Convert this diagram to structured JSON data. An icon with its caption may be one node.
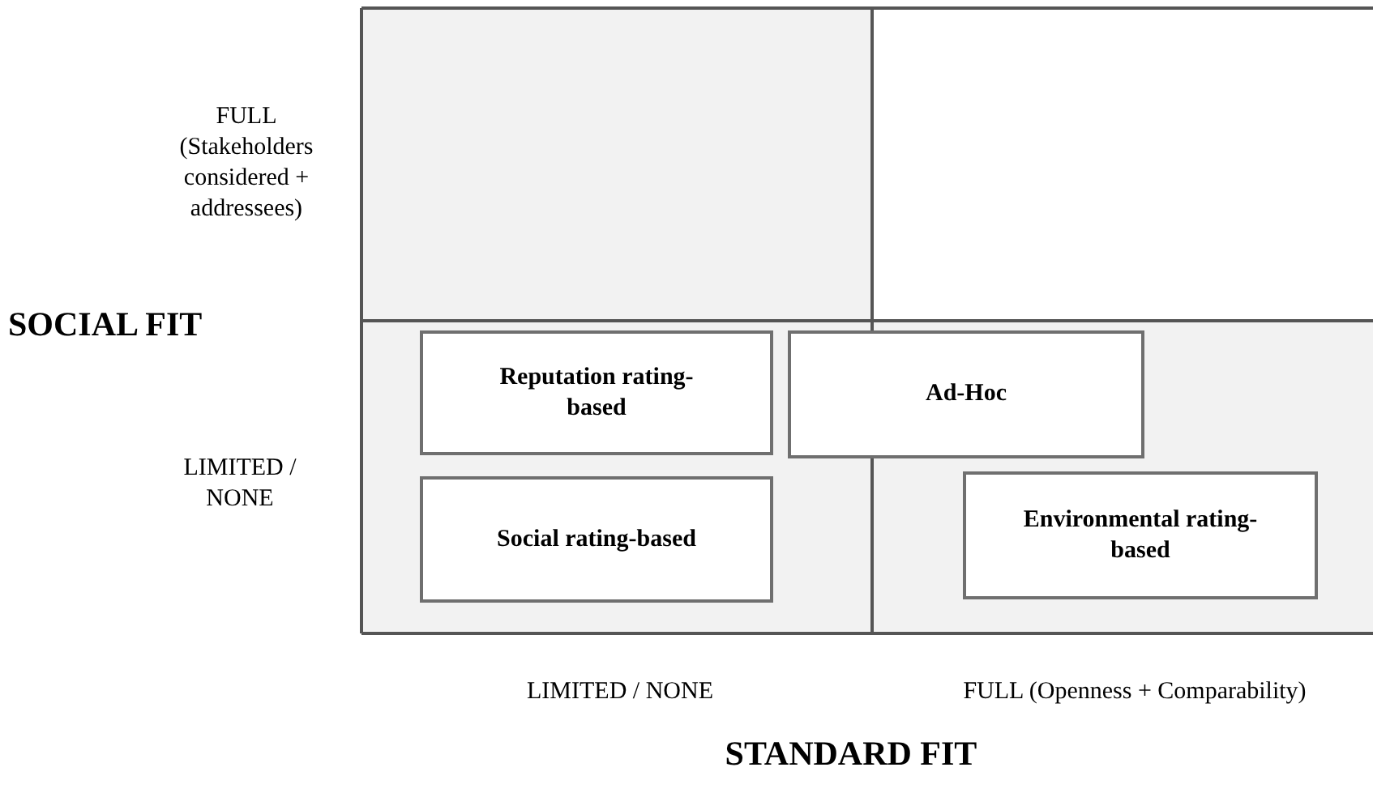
{
  "diagram": {
    "nodes": [
      {
        "text": [
          "Reputation rating-based"
        ]
      },
      {
        "text": [
          "Ad-Hoc"
        ]
      },
      {
        "text": [
          "Social rating-based"
        ]
      },
      {
        "text": [
          "Environmental rating-based"
        ]
      }
    ],
    "labels": [
      "FULL (Stakeholders considered + addressees)",
      "SOCIAL FIT",
      "LIMITED / NONE",
      "LIMITED / NONE",
      "FULL (Openness + Comparability)",
      "STANDARD FIT"
    ]
  }
}
